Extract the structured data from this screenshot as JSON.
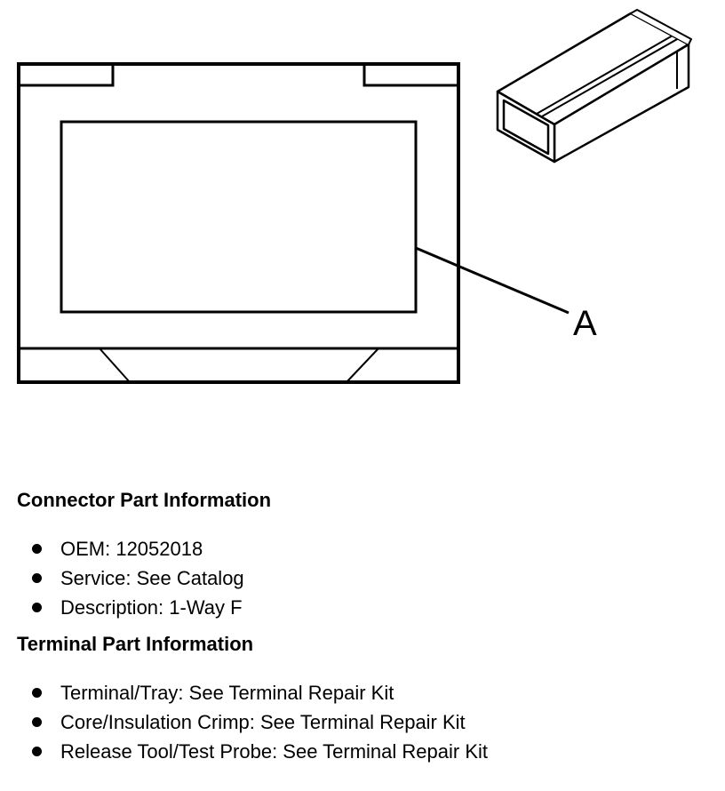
{
  "diagram": {
    "callout_label": "A"
  },
  "connector_section": {
    "heading": "Connector Part Information",
    "items": [
      "OEM: 12052018",
      "Service: See Catalog",
      "Description: 1-Way F"
    ]
  },
  "terminal_section": {
    "heading": "Terminal Part Information",
    "items": [
      "Terminal/Tray: See Terminal Repair Kit",
      "Core/Insulation Crimp: See Terminal Repair Kit",
      "Release Tool/Test Probe: See Terminal Repair Kit"
    ]
  }
}
